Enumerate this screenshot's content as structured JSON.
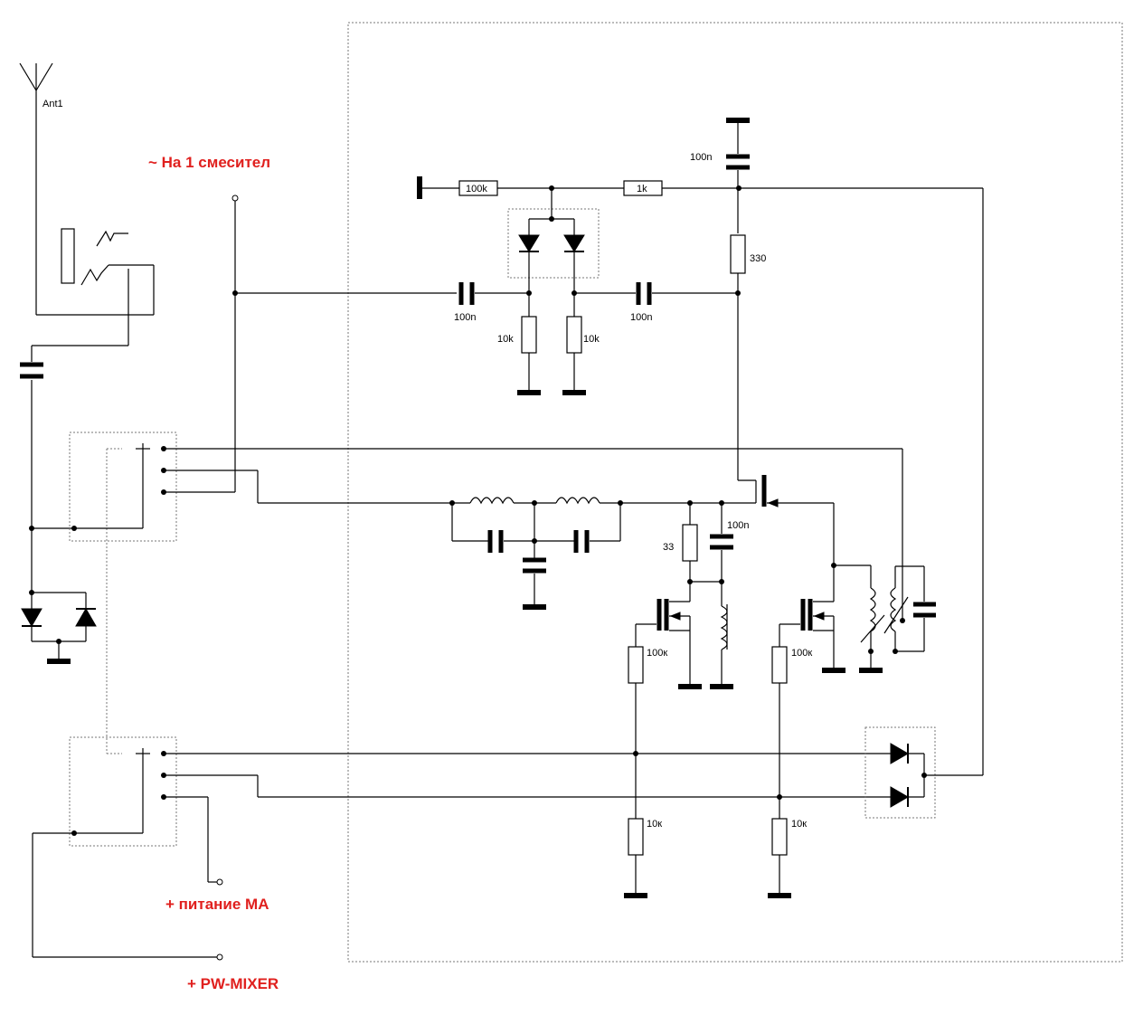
{
  "labels": {
    "ant": "Ant1",
    "mixer1": "~ На 1 смесител",
    "power_ma": "+ питание МА",
    "pw_mixer": "+ PW-MIXER"
  },
  "components": {
    "r_100k_top": "100k",
    "r_1k": "1k",
    "c_100n_top": "100n",
    "r_330": "330",
    "c_100n_left": "100n",
    "c_100n_right": "100n",
    "r_10k_left": "10k",
    "r_10k_right": "10k",
    "c_100n_mid": "100n",
    "r_33": "33",
    "r_100k_q1": "100к",
    "r_100k_q2": "100к",
    "r_10k_b1": "10к",
    "r_10k_b2": "10к"
  },
  "colors": {
    "wire": "#000000",
    "accent_text": "#e0201e",
    "dashed_box": "#777777"
  }
}
